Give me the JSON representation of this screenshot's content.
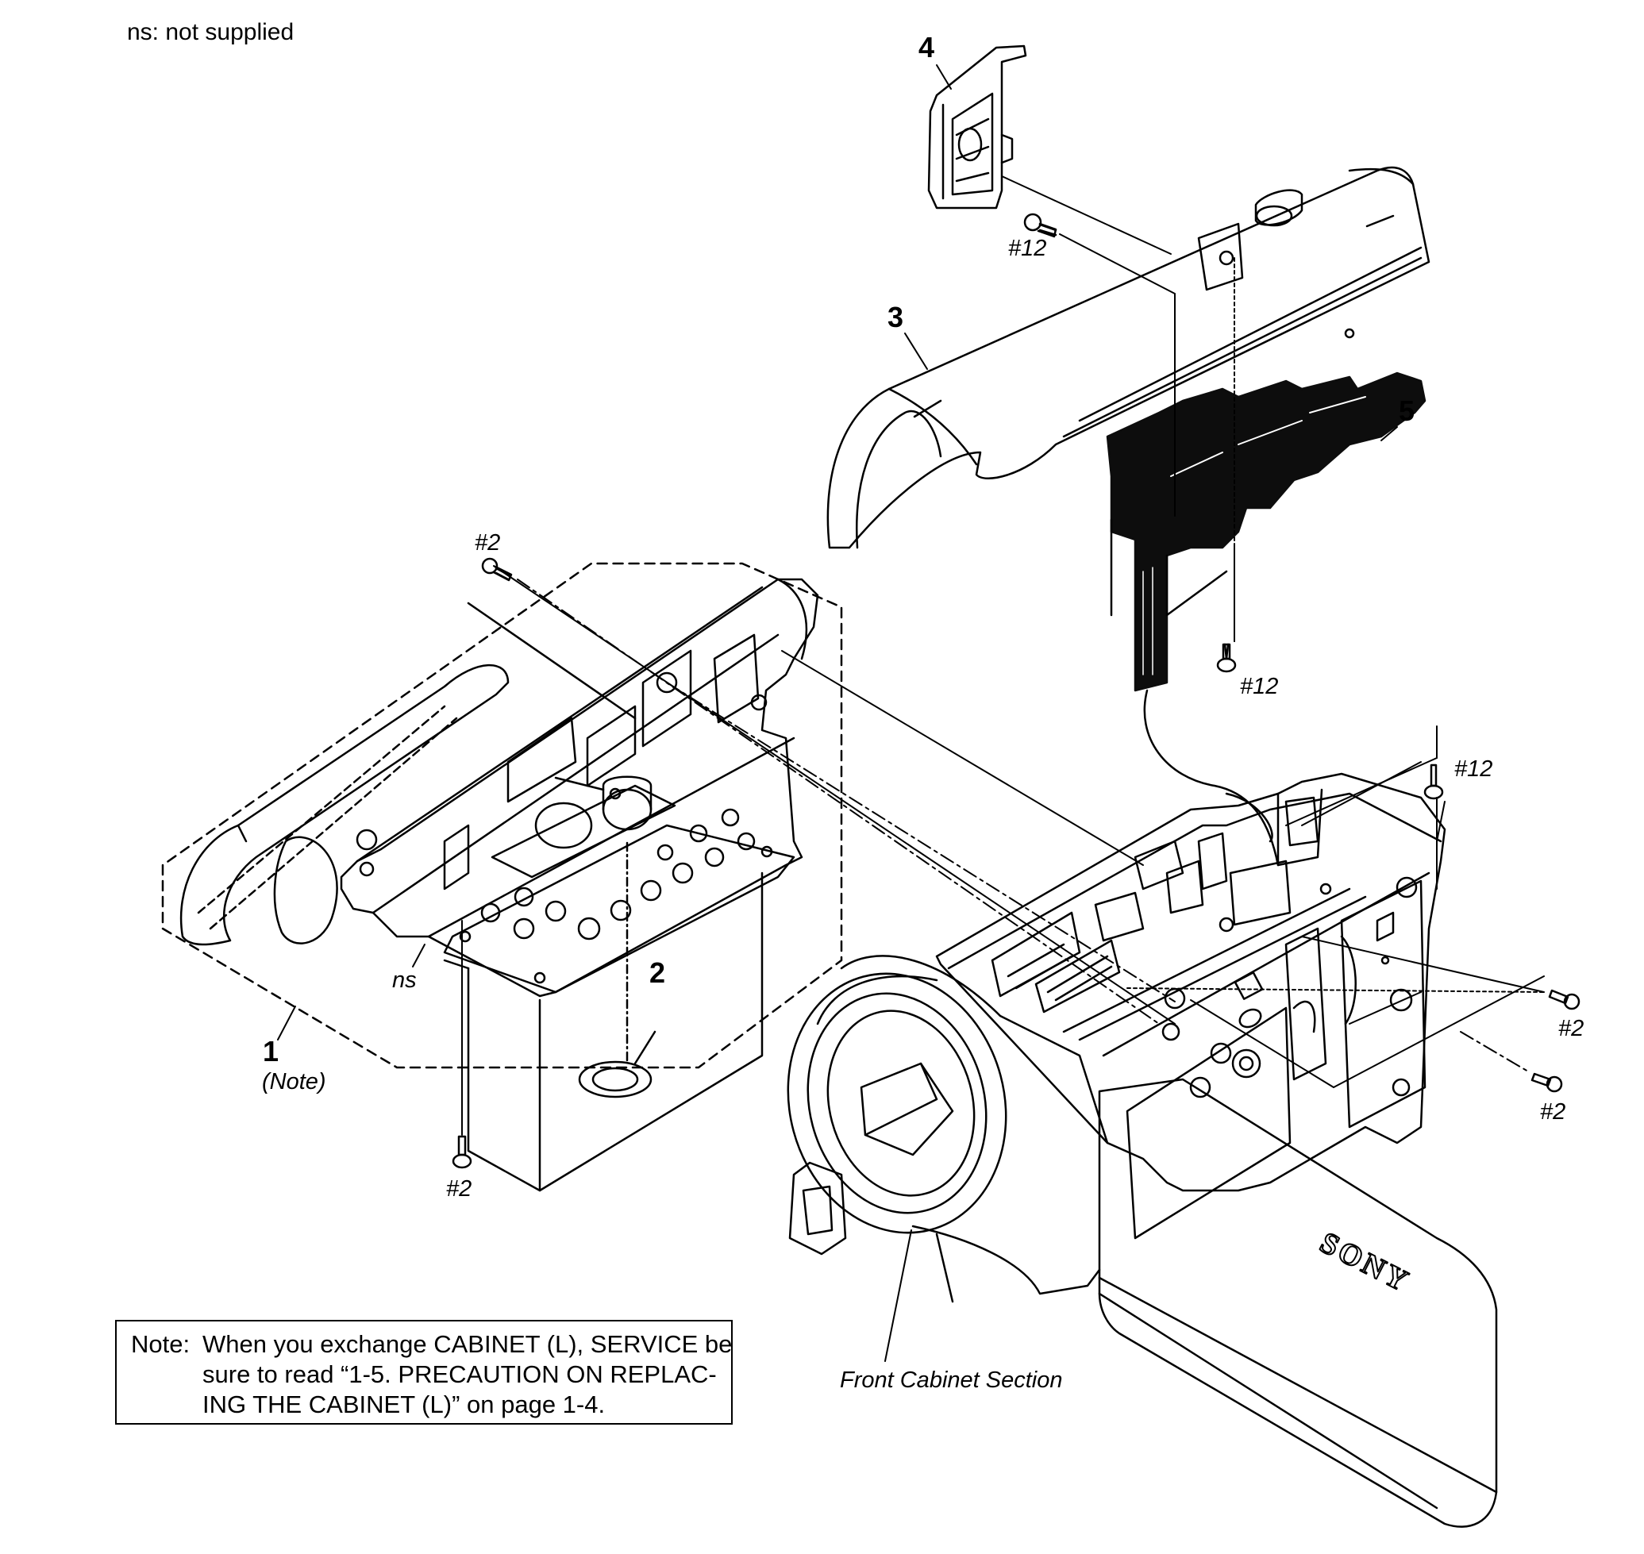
{
  "legend": "ns: not supplied",
  "parts": [
    {
      "id": "1",
      "sub": "(Note)"
    },
    {
      "id": "2"
    },
    {
      "id": "3"
    },
    {
      "id": "4"
    },
    {
      "id": "5"
    }
  ],
  "screws": {
    "s12_a": "#12",
    "s12_b": "#12",
    "s12_c": "#12",
    "s2_a": "#2",
    "s2_b": "#2",
    "s2_c": "#2",
    "s2_d": "#2"
  },
  "ns_label": "ns",
  "front_cabinet_label": "Front Cabinet Section",
  "brand_text": "SONY",
  "note": {
    "head": "Note:",
    "line1": "When you exchange CABINET (L), SERVICE be",
    "line2": "sure to read “1-5. PRECAUTION ON REPLAC-",
    "line3": "ING THE CABINET (L)” on page 1-4."
  }
}
